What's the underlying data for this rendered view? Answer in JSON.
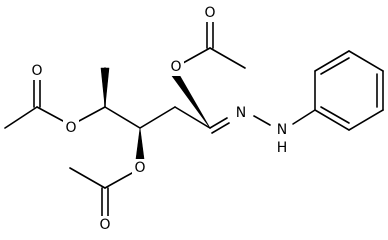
{
  "molecule": {
    "bond_color": "#000000",
    "background": "#ffffff",
    "atoms": {
      "ester_oxygen_top": "O",
      "carbonyl_oxygen_top": "O",
      "ester_oxygen_left": "O",
      "carbonyl_oxygen_left": "O",
      "ester_oxygen_bottom": "O",
      "carbonyl_oxygen_bottom": "O",
      "imine_nitrogen": "N",
      "amine_nitrogen": "N",
      "amine_hydrogen": "H"
    }
  }
}
